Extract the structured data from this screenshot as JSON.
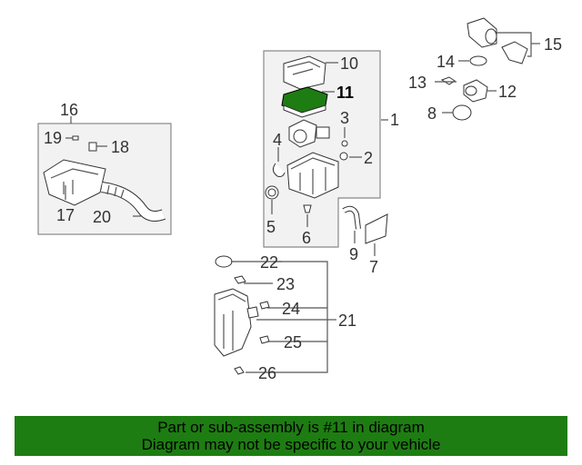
{
  "callouts": {
    "c1": "1",
    "c2": "2",
    "c3": "3",
    "c4": "4",
    "c5": "5",
    "c6": "6",
    "c7": "7",
    "c8": "8",
    "c9": "9",
    "c10": "10",
    "c11": "11",
    "c12": "12",
    "c13": "13",
    "c14": "14",
    "c15": "15",
    "c16": "16",
    "c17": "17",
    "c18": "18",
    "c19": "19",
    "c20": "20",
    "c21": "21",
    "c22": "22",
    "c23": "23",
    "c24": "24",
    "c25": "25",
    "c26": "26"
  },
  "highlight_color": "#1e7d12",
  "banner": {
    "line1": "Part or sub-assembly is #11 in diagram",
    "line2": "Diagram may not be specific to your vehicle"
  }
}
